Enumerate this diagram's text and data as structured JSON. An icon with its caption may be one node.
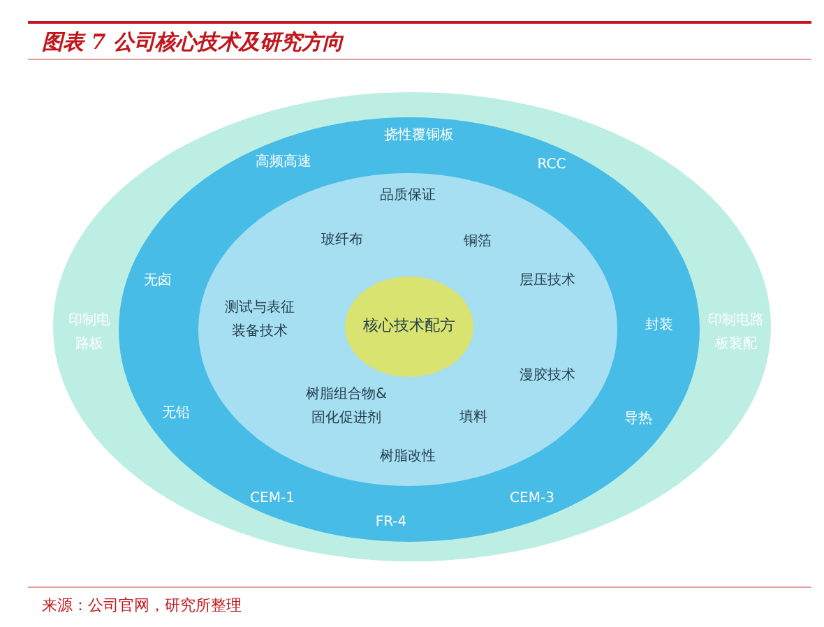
{
  "diagram": {
    "title": "图表 7 公司核心技术及研究方向",
    "caption": "来源：公司官网，研究所整理",
    "nodes": [
      {
        "text": [
          "印制电路板",
          "印制电路板装配"
        ]
      },
      {
        "text": [
          "挠性覆铜板",
          "高频高速",
          "RCC",
          "无卤",
          "封装",
          "无铅",
          "导热",
          "CEM-1",
          "FR-4",
          "CEM-3"
        ],
        "in": 0
      },
      {
        "text": [
          "品质保证",
          "玻纤布",
          "铜箔",
          "层压技术",
          "测试与表征装备技术",
          "漫胶技术",
          "树脂组合物&固化促进剂",
          "填料",
          "树脂改性"
        ],
        "in": 1
      },
      {
        "text": [
          "核心技术配方"
        ],
        "in": 2
      }
    ],
    "edges": []
  }
}
